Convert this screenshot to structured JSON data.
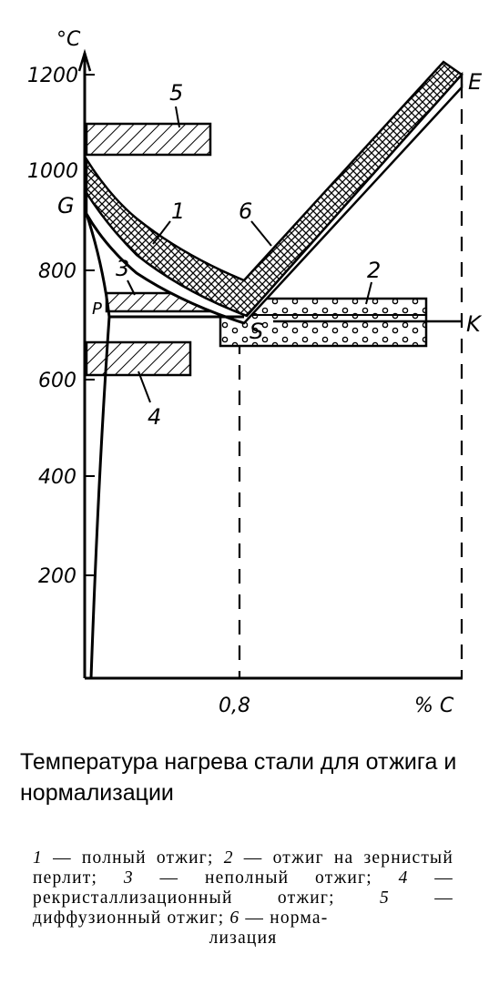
{
  "figure": {
    "y_unit": "°C",
    "x_unit": "% C",
    "y_ticks": [
      "1200",
      "1000",
      "800",
      "600",
      "400",
      "200"
    ],
    "x_ticks": [
      "0,8"
    ],
    "points": {
      "G": "G",
      "P": "P",
      "S": "S",
      "E": "E",
      "K": "K"
    },
    "region_labels": [
      "1",
      "2",
      "3",
      "4",
      "5",
      "6"
    ]
  },
  "title": "Температура нагрева стали для отжига и нормализации",
  "legend": [
    {
      "num": "1",
      "text": "полный отжиг"
    },
    {
      "num": "2",
      "text": "отжиг на зернистый перлит"
    },
    {
      "num": "3",
      "text": "неполный отжиг"
    },
    {
      "num": "4",
      "text": "рекристаллизационный отжиг"
    },
    {
      "num": "5",
      "text": "диффузионный отжиг"
    },
    {
      "num": "6",
      "text": "нормализация"
    }
  ],
  "caption_parts": {
    "p1": " — полный отжиг; ",
    "p2": " — отжиг на зернистый перлит; ",
    "p3": " — неполный отжиг; ",
    "p4": " — рекристаллизационный отжиг; ",
    "p5": " — диффузионный отжиг; ",
    "p6a": " — норма-",
    "p6b": "лизация"
  }
}
